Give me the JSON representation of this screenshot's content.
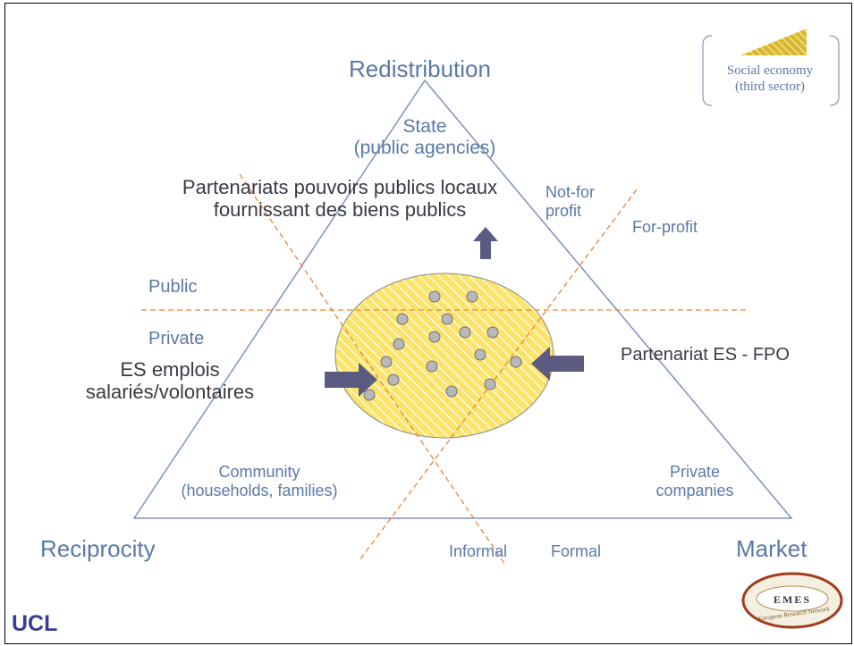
{
  "corners": {
    "top": "Redistribution",
    "left": "Reciprocity",
    "right": "Market"
  },
  "sectors": {
    "state_line1": "State",
    "state_line2": "(public agencies)",
    "community_line1": "Community",
    "community_line2": "(households, families)",
    "private_line1": "Private",
    "private_line2": "companies"
  },
  "axes": {
    "public": "Public",
    "private": "Private",
    "not_for_profit_line1": "Not-for",
    "not_for_profit_line2": "profit",
    "for_profit": "For-profit",
    "informal": "Informal",
    "formal": "Formal"
  },
  "annotations": {
    "partenariats_line1": "Partenariats pouvoirs publics locaux",
    "partenariats_line2": "fournissant des biens publics",
    "es_line1": "ES emplois",
    "es_line2": "salariés/volontaires",
    "partenariat_es_fpo": "Partenariat ES - FPO"
  },
  "legend": {
    "line1": "Social economy",
    "line2": "(third sector)"
  },
  "logo": {
    "text": "EMES",
    "subtitle": "European Research Network"
  },
  "footer": {
    "institution": "UCL"
  },
  "colors": {
    "triangle": "#7f93b5",
    "dashed": "#e8843a",
    "hatch_bg": "#fce36a",
    "hatch_line": "#ffffff",
    "arrow": "#5b5a80",
    "label_blue": "#5a79a8",
    "label_dark": "#3a3a44"
  }
}
